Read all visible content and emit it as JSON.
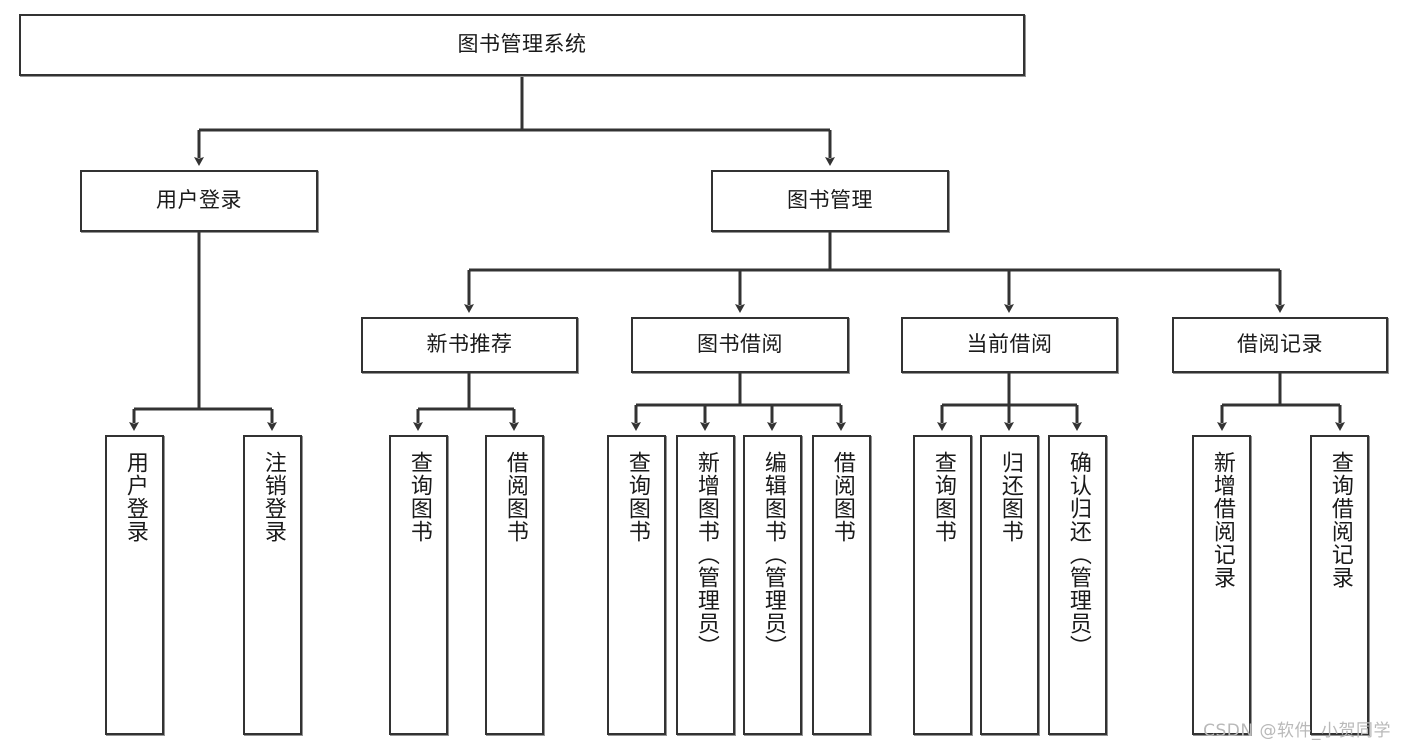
{
  "diagram": {
    "type": "tree-hierarchy-flowchart",
    "title": "图书管理系统",
    "edge_color": "#333333",
    "box_border_color": "#333333",
    "box_fill_color": "#ffffff",
    "text_color": "#1a1a1a",
    "levels": [
      {
        "level": 1,
        "nodes": [
          {
            "id": "root",
            "label": "图书管理系统",
            "orientation": "horizontal"
          }
        ]
      },
      {
        "level": 2,
        "nodes": [
          {
            "id": "login",
            "label": "用户登录",
            "orientation": "horizontal",
            "parent": "root"
          },
          {
            "id": "bookmgmt",
            "label": "图书管理",
            "orientation": "horizontal",
            "parent": "root"
          }
        ]
      },
      {
        "level": 3,
        "nodes": [
          {
            "id": "newbook",
            "label": "新书推荐",
            "orientation": "horizontal",
            "parent": "bookmgmt"
          },
          {
            "id": "borrow",
            "label": "图书借阅",
            "orientation": "horizontal",
            "parent": "bookmgmt"
          },
          {
            "id": "current",
            "label": "当前借阅",
            "orientation": "horizontal",
            "parent": "bookmgmt"
          },
          {
            "id": "records",
            "label": "借阅记录",
            "orientation": "horizontal",
            "parent": "bookmgmt"
          }
        ]
      },
      {
        "level": 4,
        "nodes": [
          {
            "id": "leaf1",
            "label": "用户登录",
            "orientation": "vertical",
            "parent": "login"
          },
          {
            "id": "leaf2",
            "label": "注销登录",
            "orientation": "vertical",
            "parent": "login"
          },
          {
            "id": "leaf3",
            "label": "查询图书",
            "orientation": "vertical",
            "parent": "newbook"
          },
          {
            "id": "leaf4",
            "label": "借阅图书",
            "orientation": "vertical",
            "parent": "newbook"
          },
          {
            "id": "leaf5",
            "label": "查询图书",
            "orientation": "vertical",
            "parent": "borrow"
          },
          {
            "id": "leaf6",
            "label": "新增图书（管理员）",
            "orientation": "vertical",
            "parent": "borrow"
          },
          {
            "id": "leaf7",
            "label": "编辑图书（管理员）",
            "orientation": "vertical",
            "parent": "borrow"
          },
          {
            "id": "leaf8",
            "label": "借阅图书",
            "orientation": "vertical",
            "parent": "borrow"
          },
          {
            "id": "leaf9",
            "label": "查询图书",
            "orientation": "vertical",
            "parent": "current"
          },
          {
            "id": "leaf10",
            "label": "归还图书",
            "orientation": "vertical",
            "parent": "current"
          },
          {
            "id": "leaf11",
            "label": "确认归还（管理员）",
            "orientation": "vertical",
            "parent": "current"
          },
          {
            "id": "leaf12",
            "label": "新增借阅记录",
            "orientation": "vertical",
            "parent": "records"
          },
          {
            "id": "leaf13",
            "label": "查询借阅记录",
            "orientation": "vertical",
            "parent": "records"
          }
        ]
      }
    ]
  },
  "watermark": {
    "text": "CSDN @软件_小贺同学"
  }
}
